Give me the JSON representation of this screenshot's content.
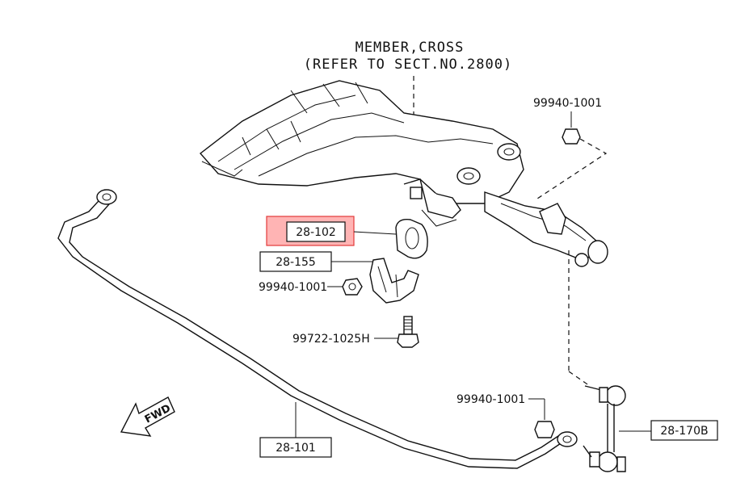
{
  "header": {
    "line1": "MEMBER,CROSS",
    "line2": "(REFER TO SECT.NO.2800)"
  },
  "callouts": {
    "bushing": "28-102",
    "bracket": "28-155",
    "bracket_nut": "99940-1001",
    "bolt": "99722-1025H",
    "arm_nut": "99940-1001",
    "link_nut": "99940-1001",
    "link": "28-170B",
    "stabilizer": "28-101"
  },
  "direction": {
    "label": "FWD"
  },
  "colors": {
    "highlight": "#ff8c8c",
    "line": "#111111"
  }
}
